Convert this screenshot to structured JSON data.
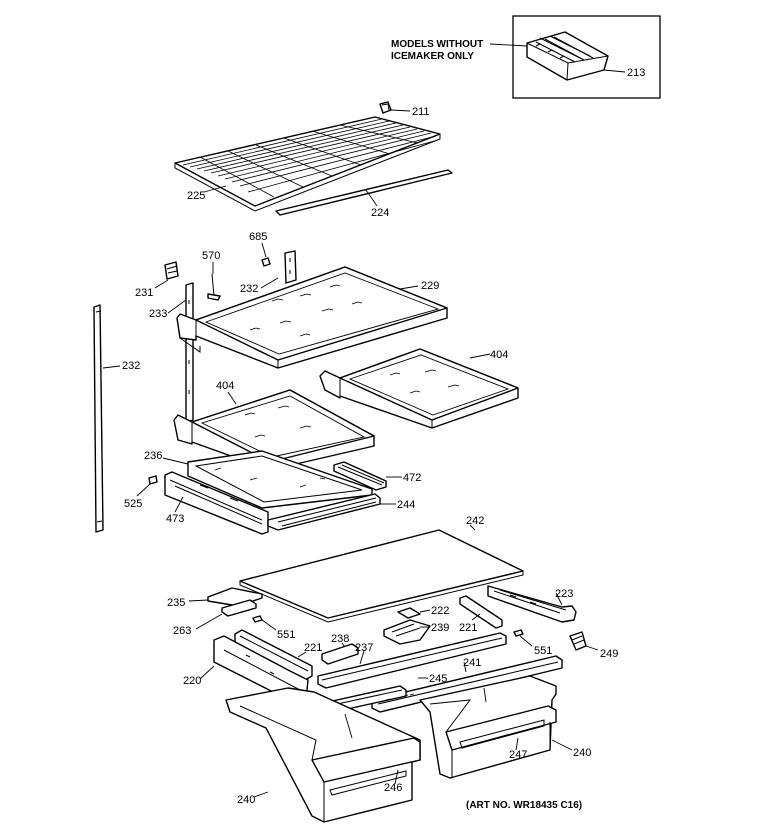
{
  "labels": {
    "p211": "211",
    "p213": "213",
    "p224": "224",
    "p225": "225",
    "p685": "685",
    "p570": "570",
    "p231": "231",
    "p232a": "232",
    "p229": "229",
    "p233": "233",
    "p232b": "232",
    "p404a": "404",
    "p404b": "404",
    "p236": "236",
    "p472": "472",
    "p525": "525",
    "p473": "473",
    "p244": "244",
    "p242": "242",
    "p235": "235",
    "p223": "223",
    "p263": "263",
    "p222": "222",
    "p551a": "551",
    "p239": "239",
    "p221a": "221",
    "p221b": "221",
    "p238": "238",
    "p237": "237",
    "p551b": "551",
    "p249": "249",
    "p220": "220",
    "p241": "241",
    "p245": "245",
    "p247": "247",
    "p240a": "240",
    "p240b": "240",
    "p246": "246"
  },
  "inset_note_line1": "MODELS WITHOUT",
  "inset_note_line2": "ICEMAKER ONLY",
  "art_no": "(ART NO. WR18435 C16)"
}
